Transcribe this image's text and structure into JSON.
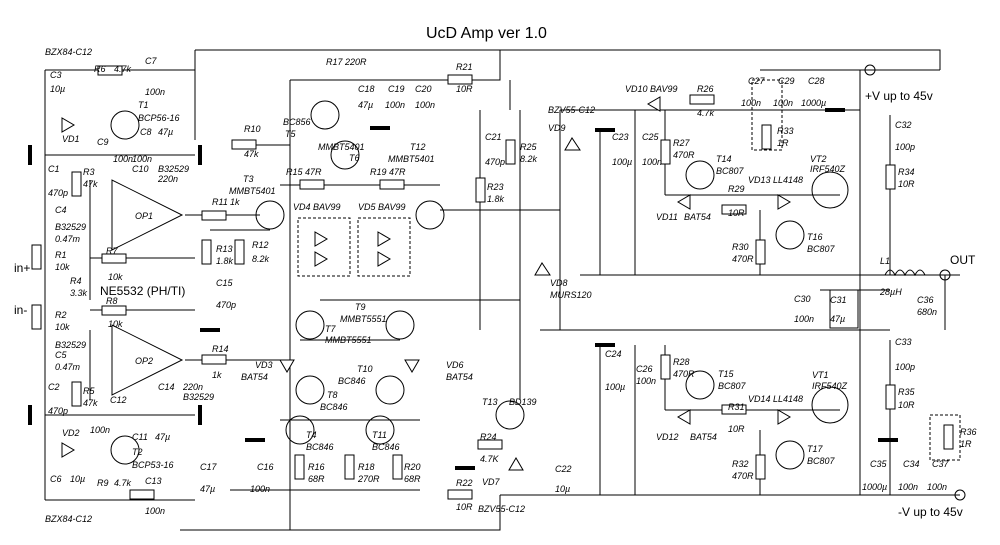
{
  "title": "UcD Amp ver 1.0",
  "labels": {
    "zd_top": "BZX84-C12",
    "zd_bot": "BZX84-C12",
    "r17": "R17 220R",
    "r21": "R21",
    "r21v": "10R",
    "r22": "R22",
    "r22v": "10R",
    "c3": "C3",
    "c3v": "10µ",
    "r6": "R6",
    "r6v": "4.7k",
    "c7": "C7",
    "c7v": "100n",
    "t1": "T1",
    "t1v": "BCP56-16",
    "vd1": "VD1",
    "c8": "C8",
    "c8v": "47µ",
    "c9": "C9",
    "c9v": "100n",
    "c10": "C10",
    "c10v": "100n",
    "b32529a": "B32529",
    "c10b": "220n",
    "c1": "C1",
    "c1v": "470p",
    "r3": "R3",
    "r3v": "47k",
    "c4": "C4",
    "c4v": "B32529",
    "c4v2": "0.47m",
    "op1": "OP1",
    "op2": "OP2",
    "ne": "NE5532 (PH/TI)",
    "r1": "R1",
    "r1v": "10k",
    "r2": "R2",
    "r2v": "10k",
    "r4": "R4",
    "r4v": "3.3k",
    "r7": "R7",
    "r7v": "10k",
    "r8": "R8",
    "r8v": "10k",
    "inp": "in+",
    "inm": "in-",
    "c5": "B32529",
    "c5n": "C5",
    "c5v": "0.47m",
    "c2": "C2",
    "c2v": "470p",
    "r5": "R5",
    "r5v": "47k",
    "c12": "C12",
    "c12v": "100n",
    "c11": "C11",
    "c11v": "47µ",
    "c14": "C14",
    "c14v": "220n",
    "c14b": "B32529",
    "vd2": "VD2",
    "t2": "T2",
    "t2v": "BCP53-16",
    "c6": "C6",
    "c6v": "10µ",
    "r9": "R9",
    "r9v": "4.7k",
    "c13": "C13",
    "c13v": "100n",
    "r10": "R10",
    "r10v": "47k",
    "r11": "R11",
    "r11v": "1k",
    "r12": "R12",
    "r12v": "8.2k",
    "r13": "R13",
    "r13v": "1.8k",
    "c15": "C15",
    "c15v": "470p",
    "r14": "R14",
    "r14v": "1k",
    "bc856": "BC856",
    "t5": "T5",
    "t6": "T6",
    "t6v": "MMBT5401",
    "t12": "T12",
    "t12v": "MMBT5401",
    "t3": "T3",
    "t3v": "MMBT5401",
    "r15": "R15 47R",
    "r19": "R19 47R",
    "c18": "C18",
    "c18v": "47µ",
    "c19": "C19",
    "c19v": "100n",
    "c20": "C20",
    "c20v": "100n",
    "vd4": "VD4  BAV99",
    "vd5": "VD5 BAV99",
    "t9": "T9",
    "t9v": "MMBT5551",
    "t7": "T7",
    "t7v": "MMBT5551",
    "vd3": "VD3",
    "vd3v": "BAT54",
    "t8": "T8",
    "t8v": "BC846",
    "t10": "T10",
    "t10v": "BC846",
    "vd6": "VD6",
    "vd6v": "BAT54",
    "t4": "T4",
    "t4v": "BC846",
    "t11": "T11",
    "t11v": "BC846",
    "c17": "C17",
    "c17v": "47µ",
    "c16": "C16",
    "c16v": "100n",
    "r16": "R16",
    "r16v": "68R",
    "r18": "R18",
    "r18v": "270R",
    "r20": "R20",
    "r20v": "68R",
    "t13": "T13",
    "t13v": "BD139",
    "r24": "R24",
    "r24v": "4.7K",
    "vd7": "VD7",
    "c22": "C22",
    "c22v": "10µ",
    "bzv_bot": "BZV55-C12",
    "c21": "C21",
    "c21v": "470p",
    "r25": "R25",
    "r25v": "8.2k",
    "r23": "R23",
    "r23v": "1.8k",
    "bzv_top": "BZV55-C12",
    "vd9": "VD9",
    "vd8": "VD8",
    "vd8v": "MURS120",
    "vd10": "VD10  BAV99",
    "r26": "R26",
    "r26v": "4.7k",
    "c23": "C23",
    "c23v": "100µ",
    "c25": "C25",
    "c25v": "100n",
    "r27": "R27",
    "r27v": "470R",
    "t14": "T14",
    "t14v": "BC807",
    "vd11": "VD11",
    "vd11v": "BAT54",
    "r29": "R29",
    "r29v": "10R",
    "vd13": "VD13 LL4148",
    "vt2": "VT2",
    "vt2v": "IRF540Z",
    "r30": "R30",
    "r30v": "470R",
    "t16": "T16",
    "t16v": "BC807",
    "c24": "C24",
    "c24v": "100µ",
    "c26": "C26",
    "c26v": "100n",
    "r28": "R28",
    "r28v": "470R",
    "t15": "T15",
    "t15v": "BC807",
    "vd12": "VD12",
    "vd12v": "BAT54",
    "r31": "R31",
    "r31v": "10R",
    "vd14": "VD14 LL4148",
    "vt1": "VT1",
    "vt1v": "IRF540Z",
    "r32": "R32",
    "r32v": "470R",
    "t17": "T17",
    "t17v": "BC807",
    "c27": "C27",
    "c27v": "100n",
    "c29": "C29",
    "c29v": "100n",
    "c28": "C28",
    "c28v": "1000µ",
    "r33": "R33",
    "r33v": "1R",
    "c32": "C32",
    "c32v": "100p",
    "r34": "R34",
    "r34v": "10R",
    "vplus": "+V up to 45v",
    "vminus": "-V up to 45v",
    "l1": "L1",
    "l1v": "28µH",
    "out": "OUT",
    "c30": "C30",
    "c30v": "100n",
    "c31": "C31",
    "c31v": "47µ",
    "c36": "C36",
    "c36v": "680n",
    "c33": "C33",
    "c33v": "100p",
    "r35": "R35",
    "r35v": "10R",
    "r36": "R36",
    "r36v": "1R",
    "c35": "C35",
    "c35v": "1000µ",
    "c34": "C34",
    "c34v": "100n",
    "c37": "C37",
    "c37v": "100n"
  }
}
